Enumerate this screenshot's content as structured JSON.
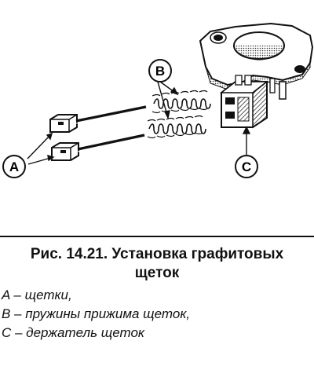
{
  "figure": {
    "callouts": [
      {
        "id": "A",
        "label": "A"
      },
      {
        "id": "B",
        "label": "B"
      },
      {
        "id": "C",
        "label": "C"
      }
    ]
  },
  "caption": {
    "title_line1": "Рис. 14.21. Установка графитовых",
    "title_line2": "щеток"
  },
  "legend": [
    "A – щетки,",
    "B – пружины прижима щеток,",
    "C – держатель щеток"
  ]
}
